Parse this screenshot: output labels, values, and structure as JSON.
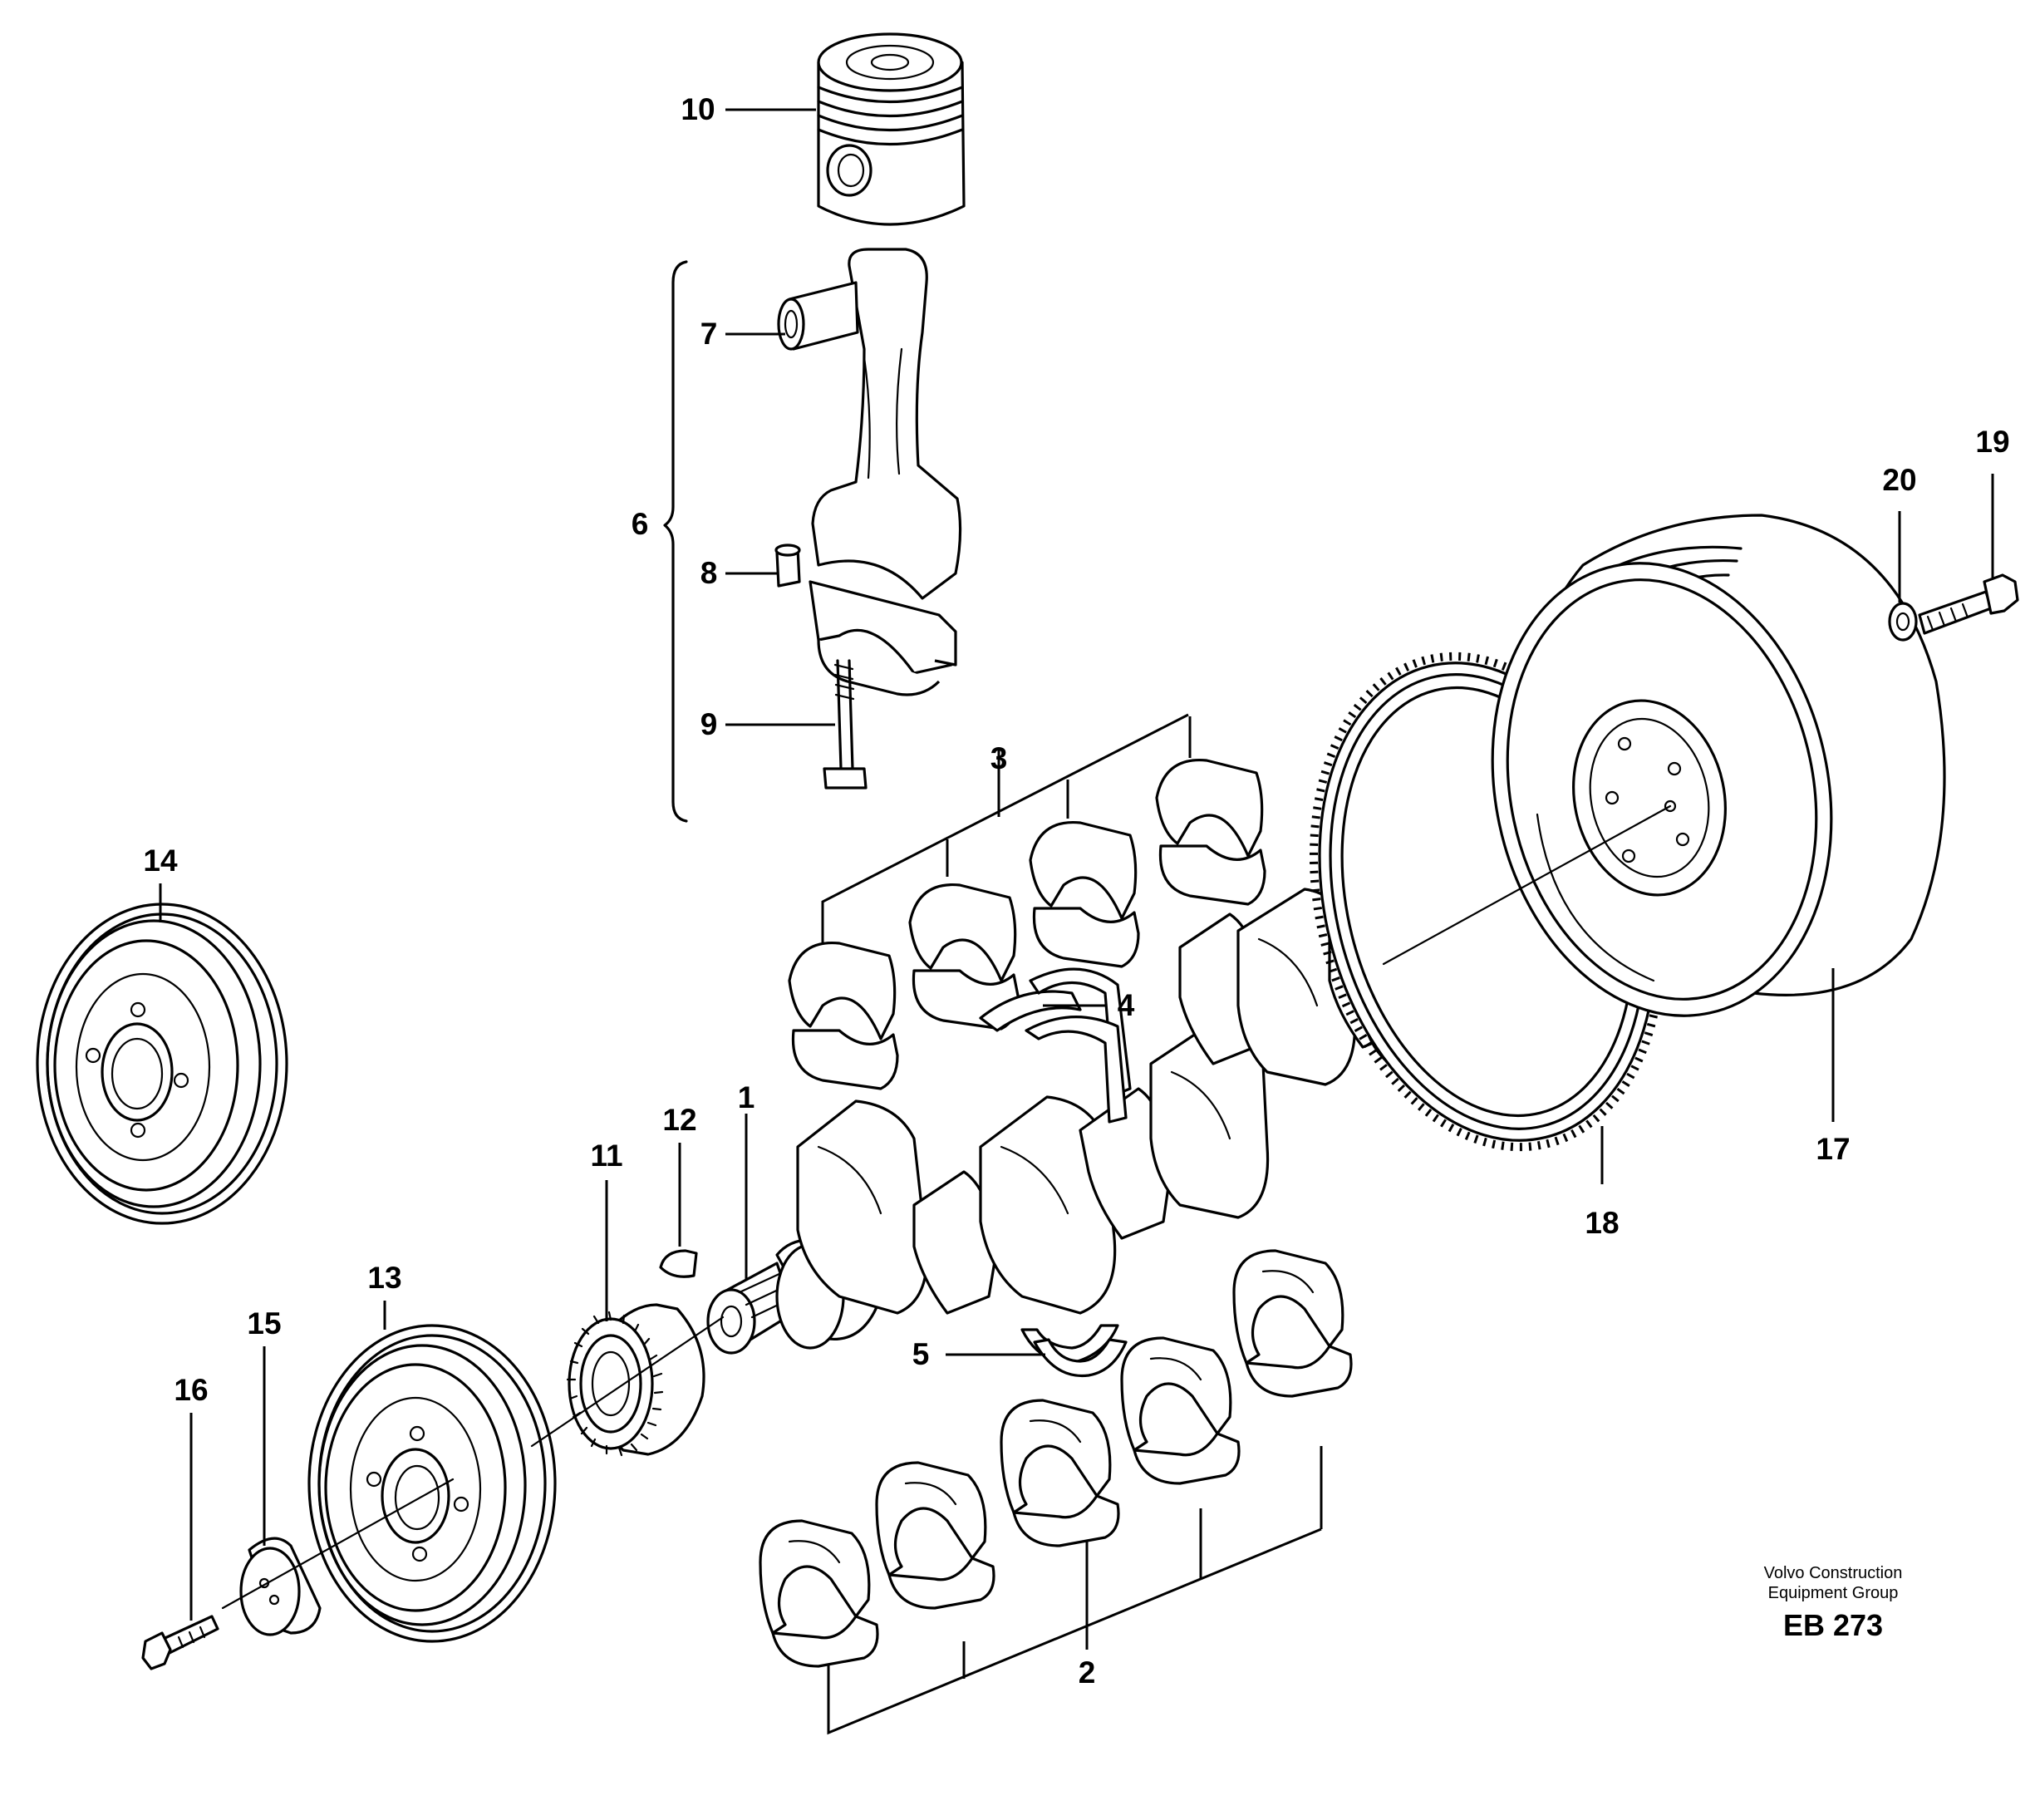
{
  "callouts": {
    "c1": "1",
    "c2": "2",
    "c3": "3",
    "c4": "4",
    "c5": "5",
    "c6": "6",
    "c7": "7",
    "c8": "8",
    "c9": "9",
    "c10": "10",
    "c11": "11",
    "c12": "12",
    "c13": "13",
    "c14": "14",
    "c15": "15",
    "c16": "16",
    "c17": "17",
    "c18": "18",
    "c19": "19",
    "c20": "20"
  },
  "credit": {
    "line1": "Volvo Construction",
    "line2": "Equipment Group",
    "code": "EB 273"
  }
}
